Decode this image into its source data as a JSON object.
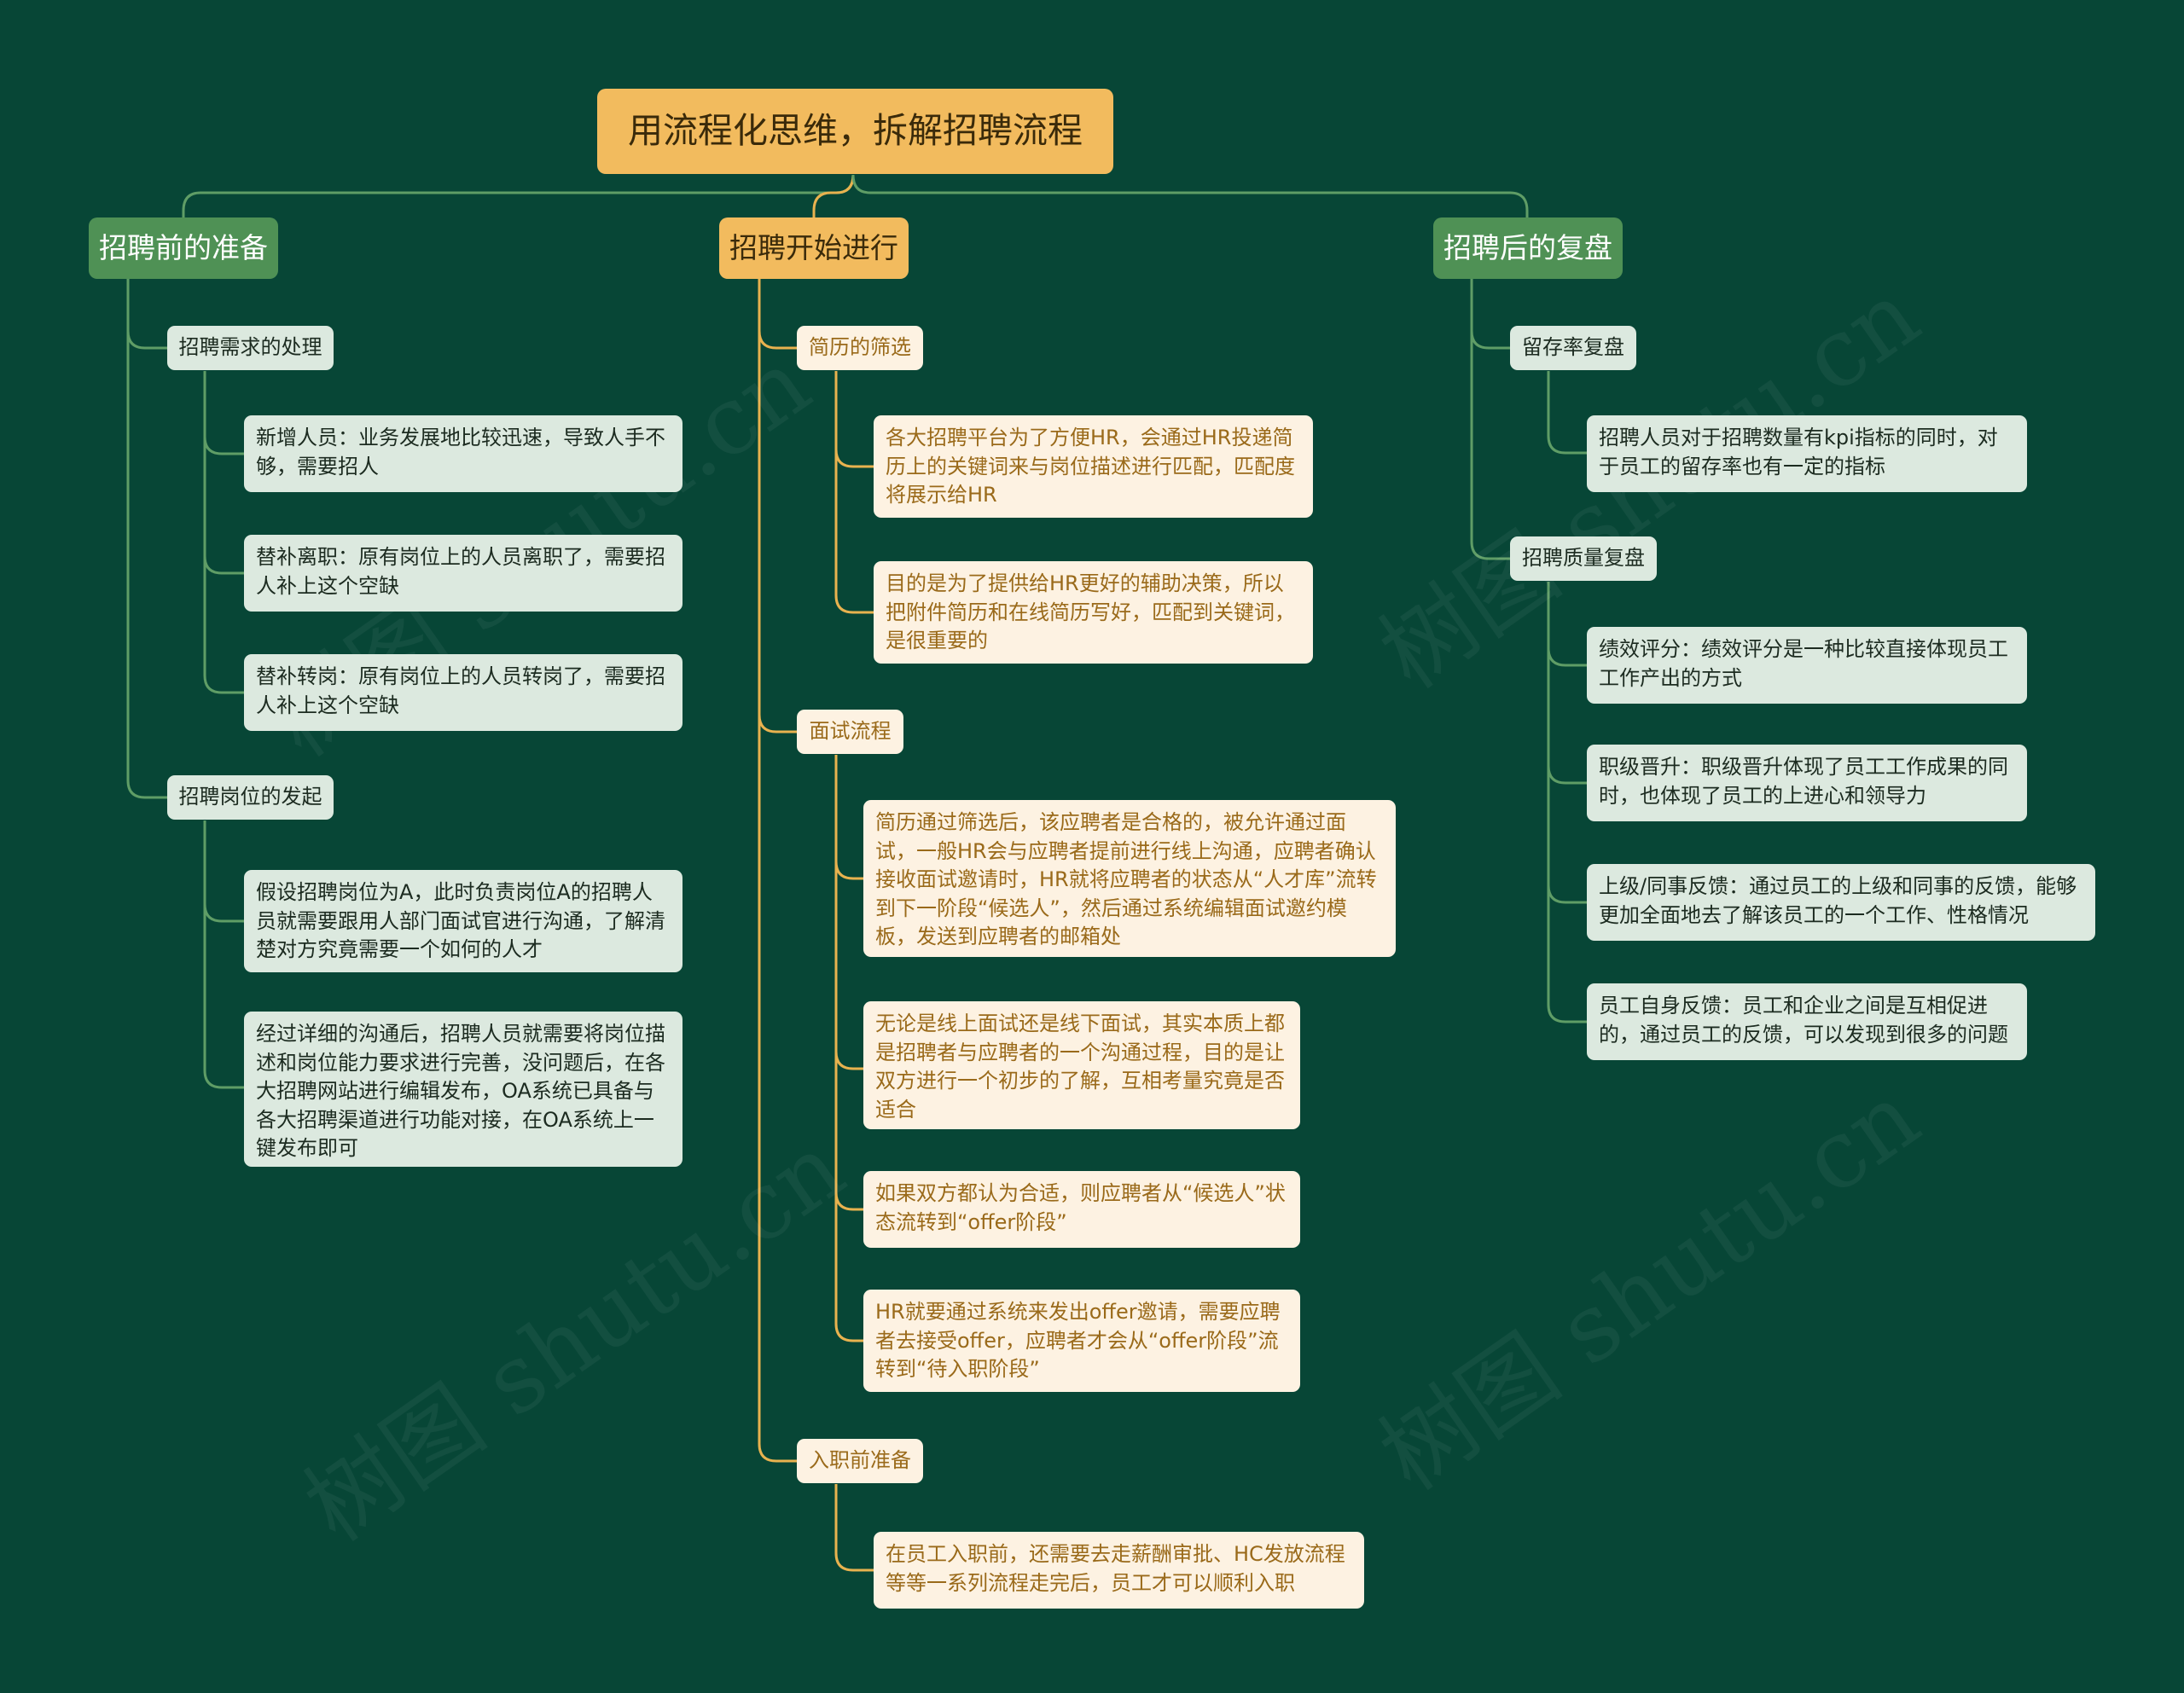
{
  "root": {
    "title": "用流程化思维，拆解招聘流程"
  },
  "watermark": "树图 shutu.cn",
  "colors": {
    "background": "#074636",
    "green_line": "#5f9d66",
    "orange_line": "#e8b24f",
    "root_fill": "#f2bb5e",
    "green_branch": "#4f9155"
  },
  "branches": {
    "prep": {
      "label": "招聘前的准备",
      "subs": [
        {
          "label": "招聘需求的处理",
          "leaves": [
            "新增人员：业务发展地比较迅速，导致人手不够，需要招人",
            "替补离职：原有岗位上的人员离职了，需要招人补上这个空缺",
            "替补转岗：原有岗位上的人员转岗了，需要招人补上这个空缺"
          ]
        },
        {
          "label": "招聘岗位的发起",
          "leaves": [
            "假设招聘岗位为A，此时负责岗位A的招聘人员就需要跟用人部门面试官进行沟通，了解清楚对方究竟需要一个如何的人才",
            "经过详细的沟通后，招聘人员就需要将岗位描述和岗位能力要求进行完善，没问题后，在各大招聘网站进行编辑发布，OA系统已具备与各大招聘渠道进行功能对接，在OA系统上一键发布即可"
          ]
        }
      ]
    },
    "process": {
      "label": "招聘开始进行",
      "subs": [
        {
          "label": "简历的筛选",
          "leaves": [
            "各大招聘平台为了方便HR，会通过HR投递简历上的关键词来与岗位描述进行匹配，匹配度将展示给HR",
            "目的是为了提供给HR更好的辅助决策，所以把附件简历和在线简历写好，匹配到关键词，是很重要的"
          ]
        },
        {
          "label": "面试流程",
          "leaves": [
            "简历通过筛选后，该应聘者是合格的，被允许通过面试，一般HR会与应聘者提前进行线上沟通，应聘者确认接收面试邀请时，HR就将应聘者的状态从“人才库”流转到下一阶段“候选人”，然后通过系统编辑面试邀约模板，发送到应聘者的邮箱处",
            "无论是线上面试还是线下面试，其实本质上都是招聘者与应聘者的一个沟通过程，目的是让双方进行一个初步的了解，互相考量究竟是否适合",
            "如果双方都认为合适，则应聘者从“候选人”状态流转到“offer阶段”",
            "HR就要通过系统来发出offer邀请，需要应聘者去接受offer，应聘者才会从“offer阶段”流转到“待入职阶段”"
          ]
        },
        {
          "label": "入职前准备",
          "leaves": [
            "在员工入职前，还需要去走薪酬审批、HC发放流程等等一系列流程走完后，员工才可以顺利入职"
          ]
        }
      ]
    },
    "review": {
      "label": "招聘后的复盘",
      "subs": [
        {
          "label": "留存率复盘",
          "leaves": [
            "招聘人员对于招聘数量有kpi指标的同时，对于员工的留存率也有一定的指标"
          ]
        },
        {
          "label": "招聘质量复盘",
          "leaves": [
            "绩效评分：绩效评分是一种比较直接体现员工工作产出的方式",
            "职级晋升：职级晋升体现了员工工作成果的同时，也体现了员工的上进心和领导力",
            "上级/同事反馈：通过员工的上级和同事的反馈，能够更加全面地去了解该员工的一个工作、性格情况",
            "员工自身反馈：员工和企业之间是互相促进的，通过员工的反馈，可以发现到很多的问题"
          ]
        }
      ]
    }
  }
}
